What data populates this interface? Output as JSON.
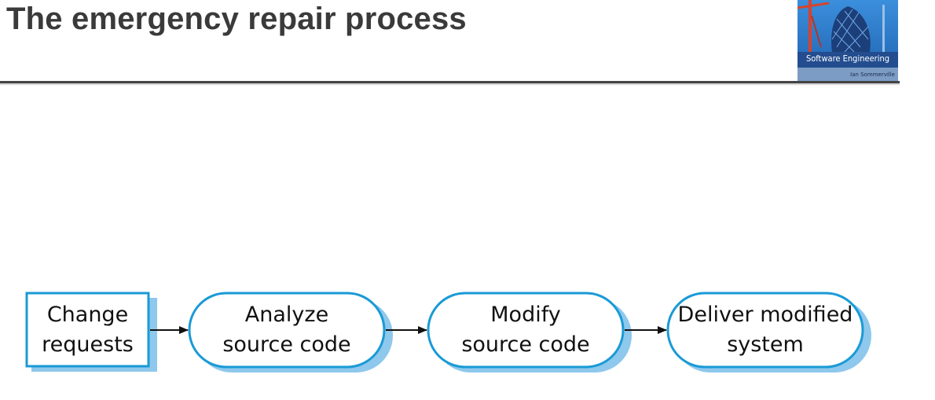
{
  "slide": {
    "title": "The emergency repair process"
  },
  "book_cover": {
    "title": "Software Engineering",
    "author": "Ian Sommerville"
  },
  "diagram": {
    "nodes": [
      {
        "id": "change-requests",
        "shape": "rectangle",
        "line1": "Change",
        "line2": "requests"
      },
      {
        "id": "analyze-source-code",
        "shape": "rounded",
        "line1": "Analyze",
        "line2": "source code"
      },
      {
        "id": "modify-source-code",
        "shape": "rounded",
        "line1": "Modify",
        "line2": "source code"
      },
      {
        "id": "deliver-modified-system",
        "shape": "rounded",
        "line1": "Deliver modified",
        "line2": "system"
      }
    ],
    "colors": {
      "outline": "#1a9ad6",
      "shadow": "#8ec8ec",
      "arrow": "#111111"
    }
  }
}
